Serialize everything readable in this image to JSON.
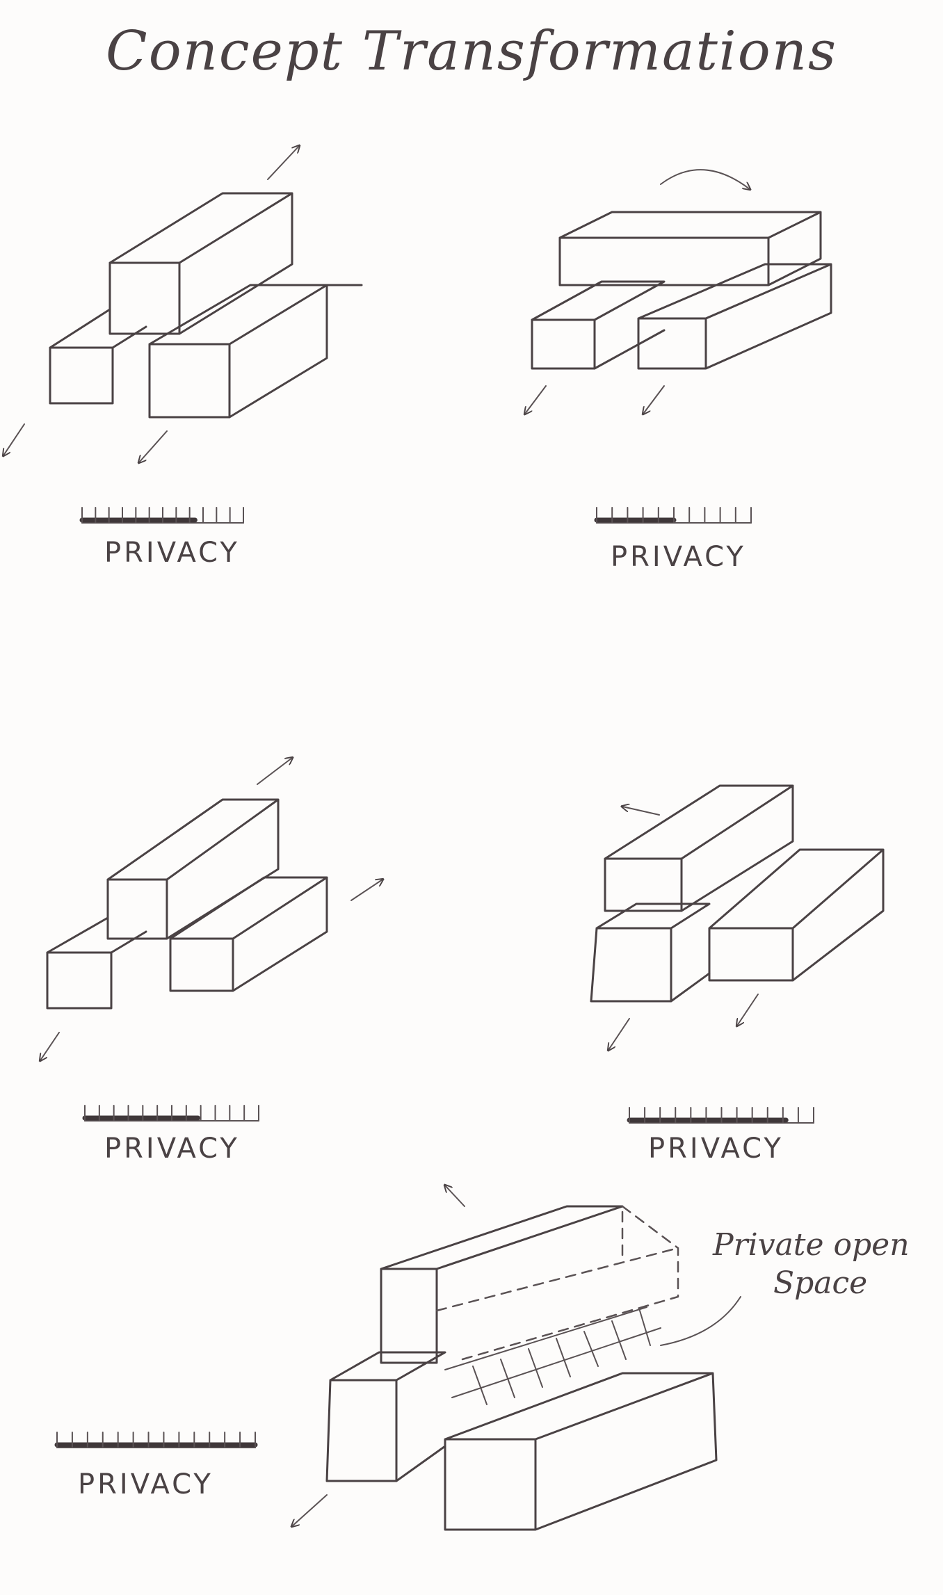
{
  "title": "Concept Transformations",
  "annotation": {
    "line1": "Private open",
    "line2": "Space"
  },
  "panels": [
    {
      "id": 1,
      "label": "PRIVACY"
    },
    {
      "id": 2,
      "label": "PRIVACY"
    },
    {
      "id": 3,
      "label": "PRIVACY"
    },
    {
      "id": 4,
      "label": "PRIVACY"
    },
    {
      "id": 5,
      "label": "PRIVACY"
    }
  ],
  "scales": [
    {
      "filled_fraction": 0.7
    },
    {
      "filled_fraction": 0.5
    },
    {
      "filled_fraction": 0.65
    },
    {
      "filled_fraction": 0.85
    },
    {
      "filled_fraction": 1.0
    }
  ],
  "colors": {
    "ink": "#4a4244",
    "paper": "#fdfcfb"
  }
}
